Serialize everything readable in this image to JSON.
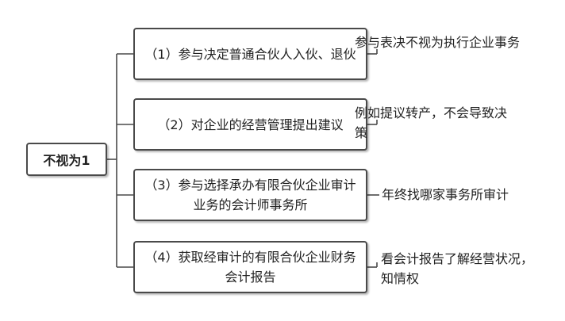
{
  "root": {
    "label": "不视为1"
  },
  "items": [
    {
      "label": "（1）参与决定普通合伙人入伙、退伙",
      "note": "参与表决不视为执行企业事务"
    },
    {
      "label": "（2）对企业的经营管理提出建议",
      "note": "例如提议转产，不会导致决策"
    },
    {
      "label": "（3）参与选择承办有限合伙企业审计业务的会计师事务所",
      "note": "年终找哪家事务所审计"
    },
    {
      "label": "（4）获取经审计的有限合伙企业财务会计报告",
      "note": "看会计报告了解经营状况，知情权"
    }
  ],
  "colors": {
    "line": "#4a4a4a",
    "border": "#4a4a4a",
    "text": "#222222"
  }
}
